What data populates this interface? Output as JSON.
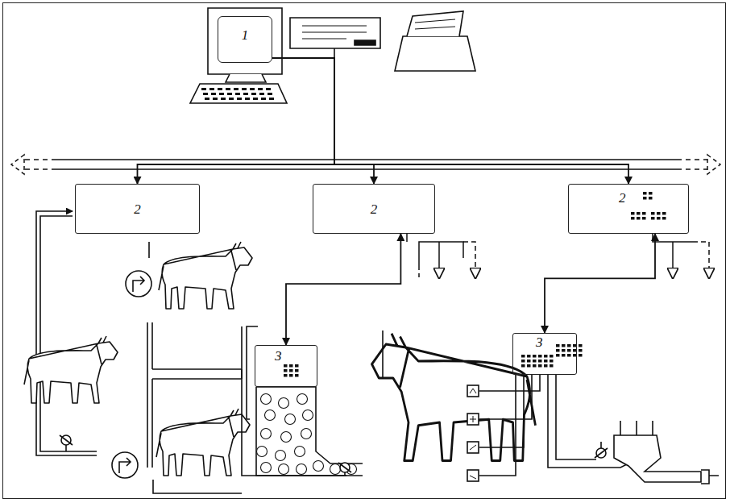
{
  "diagram": {
    "nodes": [
      {
        "text": [
          "1"
        ]
      },
      {
        "text": [
          "2"
        ]
      },
      {
        "text": [
          "2"
        ]
      },
      {
        "text": [
          "2"
        ]
      },
      {
        "text": [
          "3"
        ]
      },
      {
        "text": [
          "3"
        ]
      }
    ],
    "edges": [
      {
        "from": 0,
        "to": 1,
        "arrow": "to"
      },
      {
        "from": 0,
        "to": 2,
        "arrow": "to"
      },
      {
        "from": 0,
        "to": 3,
        "arrow": "to"
      },
      {
        "from": 2,
        "to": 4,
        "arrow": "both"
      },
      {
        "from": 3,
        "to": 5,
        "arrow": "both"
      }
    ]
  }
}
